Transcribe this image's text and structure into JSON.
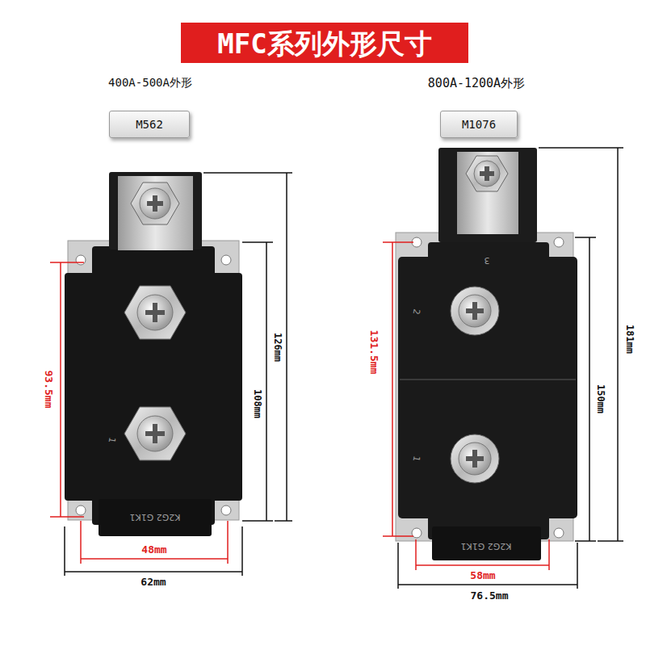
{
  "diagram": {
    "title": "MFC系列外形尺寸",
    "nodes": [
      {
        "text": [
          "M562"
        ]
      },
      {
        "text": [
          "M1076"
        ]
      }
    ],
    "labels": [
      "400A-500A外形",
      "800A-1200A外形",
      "K2G2 G1K1",
      "1",
      "93.5mm",
      "108mm",
      "126mm",
      "48mm",
      "62mm",
      "3",
      "2",
      "1",
      "K2G2 G1K1",
      "131.5mm",
      "150mm",
      "181mm",
      "58mm",
      "76.5mm"
    ]
  }
}
